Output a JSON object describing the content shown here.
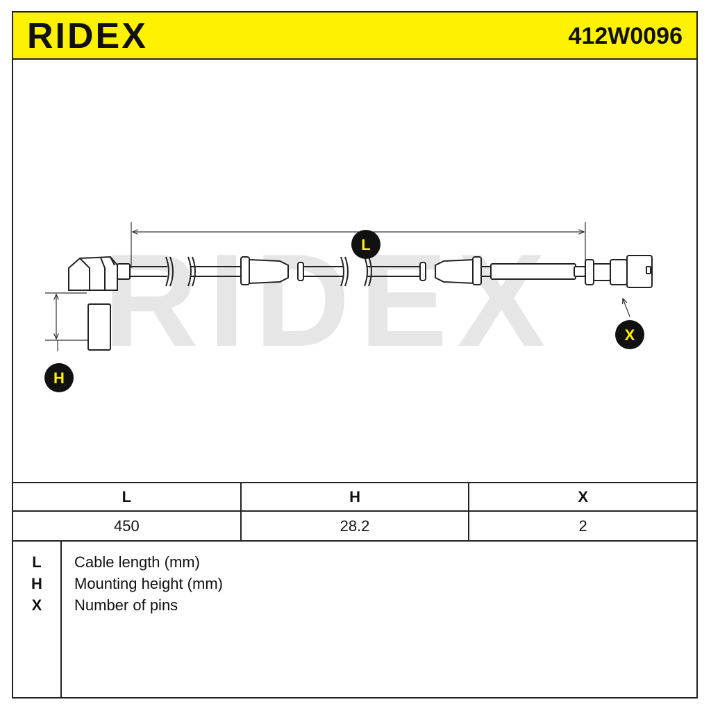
{
  "header": {
    "brand": "RIDEX",
    "part_number": "412W0096",
    "accent_color": "#fff200"
  },
  "drawing": {
    "watermark": "RIDEX",
    "markers": {
      "length": "L",
      "height": "H",
      "pins": "X"
    }
  },
  "specs": {
    "columns": [
      "L",
      "H",
      "X"
    ],
    "values": [
      "450",
      "28.2",
      "2"
    ]
  },
  "legend": [
    {
      "key": "L",
      "desc": "Cable length (mm)"
    },
    {
      "key": "H",
      "desc": "Mounting height (mm)"
    },
    {
      "key": "X",
      "desc": "Number of pins"
    }
  ]
}
